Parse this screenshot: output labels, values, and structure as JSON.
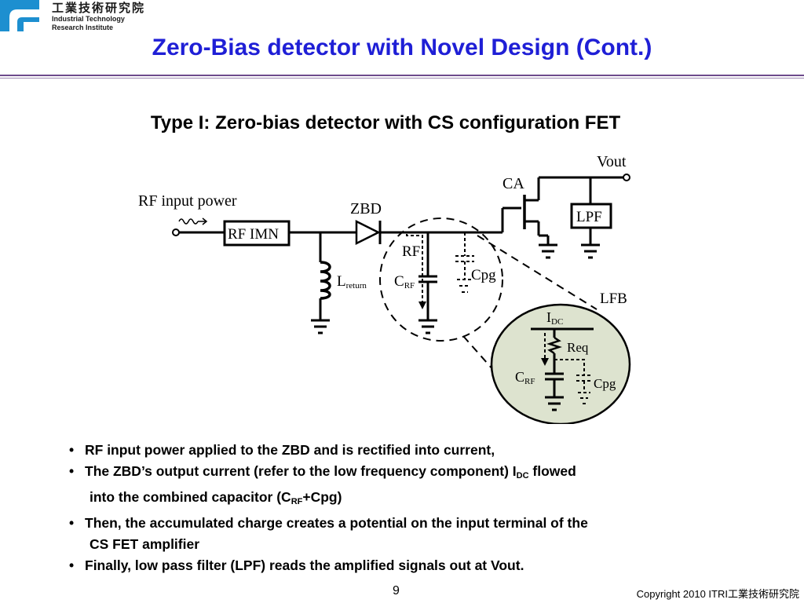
{
  "header": {
    "org_cn": "工業技術研究院",
    "org_en_line1": "Industrial Technology",
    "org_en_line2": "Research Institute",
    "title": "Zero-Bias detector with Novel Design (Cont.)"
  },
  "subtitle": "Type I: Zero-bias detector with CS configuration FET",
  "diagram": {
    "rf_input_label": "RF input power",
    "rf_imn": "RF IMN",
    "zbd": "ZBD",
    "l_main": "L",
    "l_sub": "return",
    "rf_label": "RF",
    "c_main": "C",
    "c_sub": "RF",
    "cpg": "Cpg",
    "ca": "CA",
    "vout": "Vout",
    "lpf": "LPF",
    "lfb": "LFB",
    "idc_main": "I",
    "idc_sub": "DC",
    "req": "Req",
    "c2_main": "C",
    "c2_sub": "RF",
    "cpg2": "Cpg"
  },
  "bullets": {
    "b1": "RF input power applied to the ZBD and is rectified into current,",
    "b2_a": "The ZBD’s output current (refer to the low frequency component) I",
    "b2_sub": "DC",
    "b2_b": " flowed",
    "b2_c": "into the combined capacitor (C",
    "b2_sub2": "RF",
    "b2_d": "+Cpg)",
    "b3_a": "Then, the accumulated charge creates a potential on the input terminal of the",
    "b3_b": "CS FET amplifier",
    "b4": " Finally, low pass filter (LPF) reads the amplified signals out at Vout."
  },
  "footer": {
    "page": "9",
    "copyright": "Copyright 2010 ITRI工業技術研究院"
  },
  "colors": {
    "title": "#1f1fd6",
    "rule": "#6d4a8c",
    "logo": "#1d8fd0",
    "zoom_fill": "#dde3cf"
  }
}
